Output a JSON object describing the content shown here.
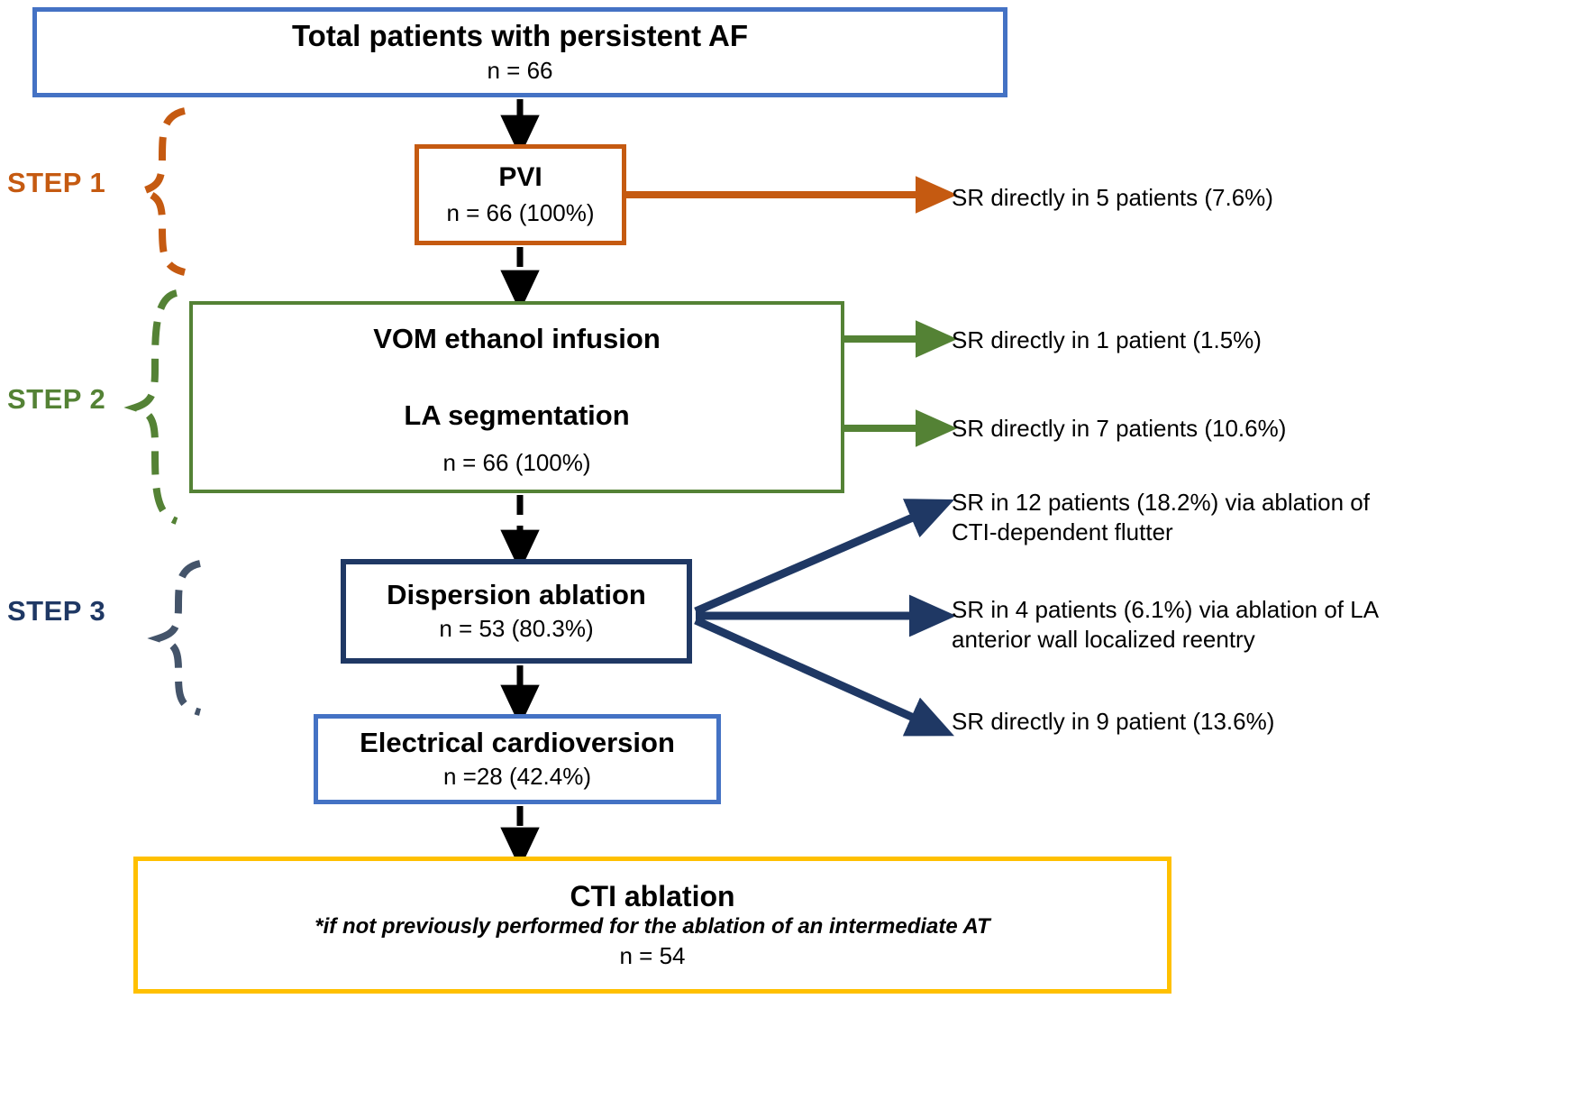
{
  "diagram": {
    "title": "Persistent AF stepwise ablation flowchart",
    "colors": {
      "blue": "#4472C4",
      "orange": "#C55A11",
      "green": "#548235",
      "navy": "#1F3864",
      "yellow": "#FFC000",
      "slate": "#44546A",
      "black": "#000000"
    }
  },
  "steps": [
    {
      "label": "STEP 1",
      "color": "#C55A11"
    },
    {
      "label": "STEP 2",
      "color": "#548235"
    },
    {
      "label": "STEP 3",
      "color": "#1F3864"
    }
  ],
  "nodes": {
    "total": {
      "title": "Total patients with persistent AF",
      "count": "n = 66"
    },
    "pvi": {
      "title": "PVI",
      "count": "n = 66 (100%)"
    },
    "step2": {
      "row1": "VOM ethanol infusion",
      "row2": "LA segmentation",
      "count": "n = 66 (100%)"
    },
    "dispersion": {
      "title": "Dispersion ablation",
      "count": "n = 53 (80.3%)"
    },
    "cardioversion": {
      "title": "Electrical cardioversion",
      "count": "n =28 (42.4%)"
    },
    "cti": {
      "title": "CTI ablation",
      "note": "*if not previously performed for the ablation of an intermediate AT",
      "count": "n = 54"
    }
  },
  "outcomes": [
    {
      "id": "out-1",
      "line1": "SR directly in 5 patients (7.6%)",
      "line2": "",
      "color": "#C55A11"
    },
    {
      "id": "out-2",
      "line1": "SR directly in 1 patient (1.5%)",
      "line2": "",
      "color": "#548235"
    },
    {
      "id": "out-3",
      "line1": "SR directly in 7 patients (10.6%)",
      "line2": "",
      "color": "#548235"
    },
    {
      "id": "out-4",
      "line1": "SR in 12 patients (18.2%) via ablation of",
      "line2": "CTI-dependent flutter",
      "color": "#1F3864"
    },
    {
      "id": "out-5",
      "line1": "SR in 4 patients (6.1%) via ablation of LA",
      "line2": "anterior wall localized reentry",
      "color": "#1F3864"
    },
    {
      "id": "out-6",
      "line1": "SR directly in 9 patient (13.6%)",
      "line2": "",
      "color": "#1F3864"
    }
  ]
}
